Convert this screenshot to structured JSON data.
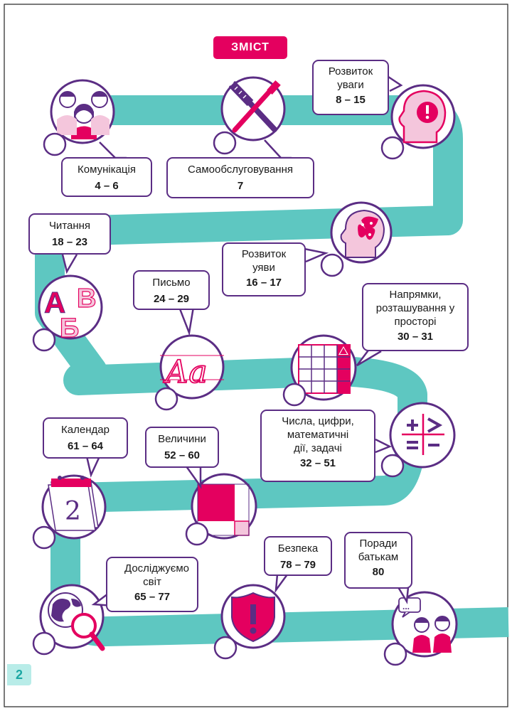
{
  "title": "ЗМІСТ",
  "page_number": "2",
  "colors": {
    "teal": "#5ec7c1",
    "purple": "#5b2d84",
    "magenta": "#e4005f",
    "pink_light": "#f4c6dc"
  },
  "sections": [
    {
      "id": "communication",
      "icon": "children-icon",
      "label": "Комунікація",
      "pages": "4 – 6"
    },
    {
      "id": "selfcare",
      "icon": "comb-toothbrush-icon",
      "label": "Самообслуговування",
      "pages": "7"
    },
    {
      "id": "attention",
      "icon": "head-exclamation-icon",
      "label": "Розвиток уваги",
      "pages": "8 – 15"
    },
    {
      "id": "imagination",
      "icon": "head-butterfly-icon",
      "label": "Розвиток уяви",
      "pages": "16 – 17"
    },
    {
      "id": "reading",
      "icon": "letters-abv-icon",
      "label": "Читання",
      "pages": "18 – 23"
    },
    {
      "id": "writing",
      "icon": "cursive-aa-icon",
      "label": "Письмо",
      "pages": "24 – 29"
    },
    {
      "id": "directions",
      "icon": "grid-triangle-icon",
      "label": "Напрямки, розташування у просторі",
      "pages": "30 – 31"
    },
    {
      "id": "numbers",
      "icon": "math-operators-icon",
      "label": "Числа, цифри, математичні дії, задачі",
      "pages": "32 – 51"
    },
    {
      "id": "quantities",
      "icon": "squares-size-icon",
      "label": "Величини",
      "pages": "52 – 60"
    },
    {
      "id": "calendar",
      "icon": "calendar-icon",
      "label": "Календар",
      "pages": "61 – 64",
      "calendar_digit": "2"
    },
    {
      "id": "world",
      "icon": "globe-magnifier-icon",
      "label": "Досліджуємо світ",
      "pages": "65 – 77"
    },
    {
      "id": "safety",
      "icon": "shield-exclamation-icon",
      "label": "Безпека",
      "pages": "78 – 79"
    },
    {
      "id": "parents",
      "icon": "parents-talk-icon",
      "label": "Поради батькам",
      "pages": "80",
      "speech_dots": "..."
    }
  ]
}
